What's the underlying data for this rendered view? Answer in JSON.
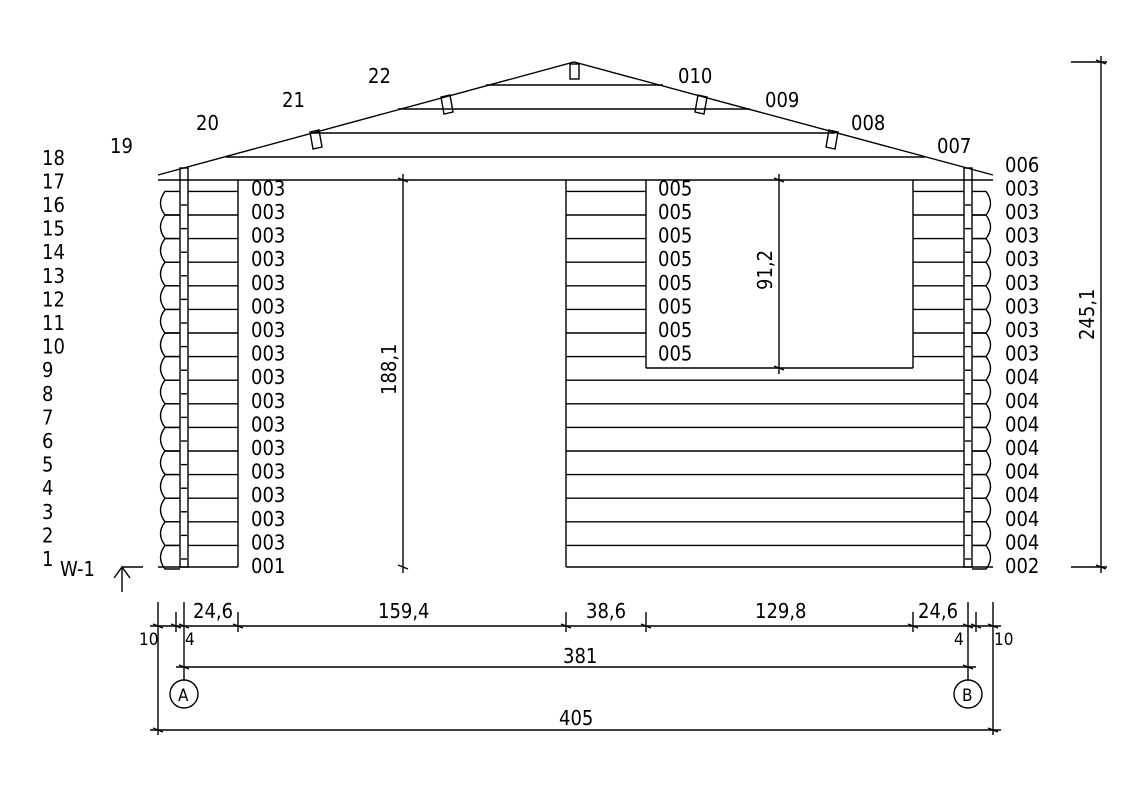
{
  "wall_id": "W-1",
  "row_numbers_left": [
    "1",
    "2",
    "3",
    "4",
    "5",
    "6",
    "7",
    "8",
    "9",
    "10",
    "11",
    "12",
    "13",
    "14",
    "15",
    "16",
    "17",
    "18"
  ],
  "gable_left_numbers": [
    "19",
    "20",
    "21",
    "22"
  ],
  "gable_right_codes": [
    "010",
    "009",
    "008",
    "007"
  ],
  "log_codes_left": [
    "001",
    "003",
    "003",
    "003",
    "003",
    "003",
    "003",
    "003",
    "003",
    "003",
    "003",
    "003",
    "003",
    "003",
    "003",
    "003",
    "003"
  ],
  "log_codes_window": [
    "005",
    "005",
    "005",
    "005",
    "005",
    "005",
    "005",
    "005"
  ],
  "log_codes_right": [
    "002",
    "004",
    "004",
    "004",
    "004",
    "004",
    "004",
    "004",
    "004",
    "003",
    "003",
    "003",
    "003",
    "003",
    "003",
    "003",
    "003",
    "006"
  ],
  "dimensions": {
    "door_height": "188,1",
    "window_height": "91,2",
    "total_height": "245,1",
    "seg_24_6_left": "24,6",
    "seg_159_4": "159,4",
    "seg_38_6": "38,6",
    "seg_129_8": "129,8",
    "seg_24_6_right": "24,6",
    "overhang_left": "10",
    "overhang_right": "10",
    "post_left": "4",
    "post_right": "4",
    "axis_span": "381",
    "total_width": "405"
  },
  "axis_labels": {
    "left": "A",
    "right": "B"
  }
}
